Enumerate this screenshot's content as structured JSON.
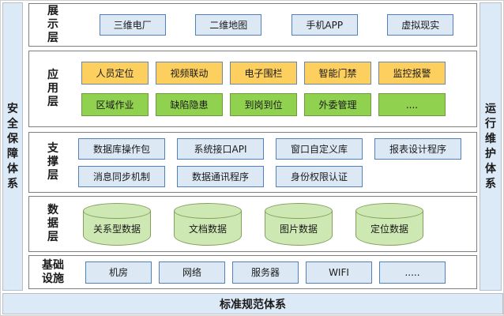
{
  "colors": {
    "bar_fill": "#dce9f6",
    "bar_border": "#b9bfc9",
    "panel_fill": "#ffffff",
    "panel_border": "#7f7f7f",
    "blue_box_fill": "#dce9f5",
    "blue_box_border": "#4f81bd",
    "yellow_box_fill": "#fccf5e",
    "yellow_box_border": "#6d87ab",
    "green_box_fill": "#90d14f",
    "green_box_border": "#6f9a3e",
    "cylinder_fill": "#cde8b2",
    "cylinder_border": "#84a05e",
    "text": "#1a1a1a"
  },
  "frame": {
    "left_bar": "安\n全\n保\n障\n体\n系",
    "right_bar": "运\n行\n维\n护\n体\n系",
    "bottom_bar": "标准规范体系"
  },
  "layers": [
    {
      "id": "presentation",
      "label": "展\n示\n层",
      "rows": [
        {
          "style": "blue",
          "items": [
            "三维电厂",
            "二维地图",
            "手机APP",
            "虚拟现实"
          ]
        }
      ]
    },
    {
      "id": "application",
      "label": "应\n用\n层",
      "rows": [
        {
          "style": "yellow",
          "items": [
            "人员定位",
            "视频联动",
            "电子围栏",
            "智能门禁",
            "监控报警"
          ]
        },
        {
          "style": "green",
          "items": [
            "区域作业",
            "缺陷隐患",
            "到岗到位",
            "外委管理",
            "...."
          ]
        }
      ]
    },
    {
      "id": "support",
      "label": "支\n撑\n层",
      "rows": [
        {
          "style": "blue",
          "items": [
            "数据库操作包",
            "系统接口API",
            "窗口自定义库",
            "报表设计程序"
          ]
        },
        {
          "style": "blue",
          "items": [
            "消息同步机制",
            "数据通讯程序",
            "身份权限认证"
          ]
        }
      ]
    },
    {
      "id": "data",
      "label": "数\n据\n层",
      "rows": [
        {
          "style": "cylinder",
          "items": [
            "关系型数据",
            "文档数据",
            "图片数据",
            "定位数据"
          ]
        }
      ]
    },
    {
      "id": "infrastructure",
      "label": "基础\n设施",
      "rows": [
        {
          "style": "blue",
          "items": [
            "机房",
            "网络",
            "服务器",
            "WIFI",
            "....."
          ]
        }
      ]
    }
  ]
}
